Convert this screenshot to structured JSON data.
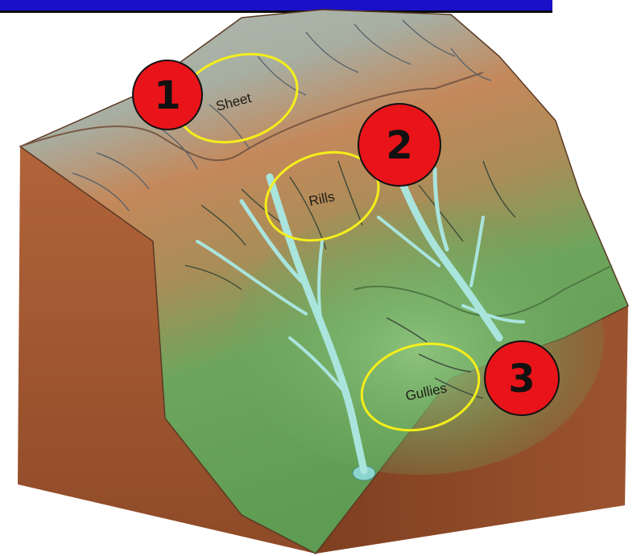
{
  "diagram": {
    "labels": {
      "sheet": "Sheet",
      "rills": "Rills",
      "gullies": "Gullies"
    },
    "markers": [
      "1",
      "2",
      "3"
    ],
    "colors": {
      "banner": "#1a10c8",
      "marker_fill": "#e8141a",
      "highlight_ring": "#f5ee1a",
      "soil_front": "#a5582e",
      "soil_side": "#944b26",
      "plateau": "#aab3a8",
      "vegetation": "#6aa65c",
      "channel_water": "#9ee0da"
    }
  }
}
